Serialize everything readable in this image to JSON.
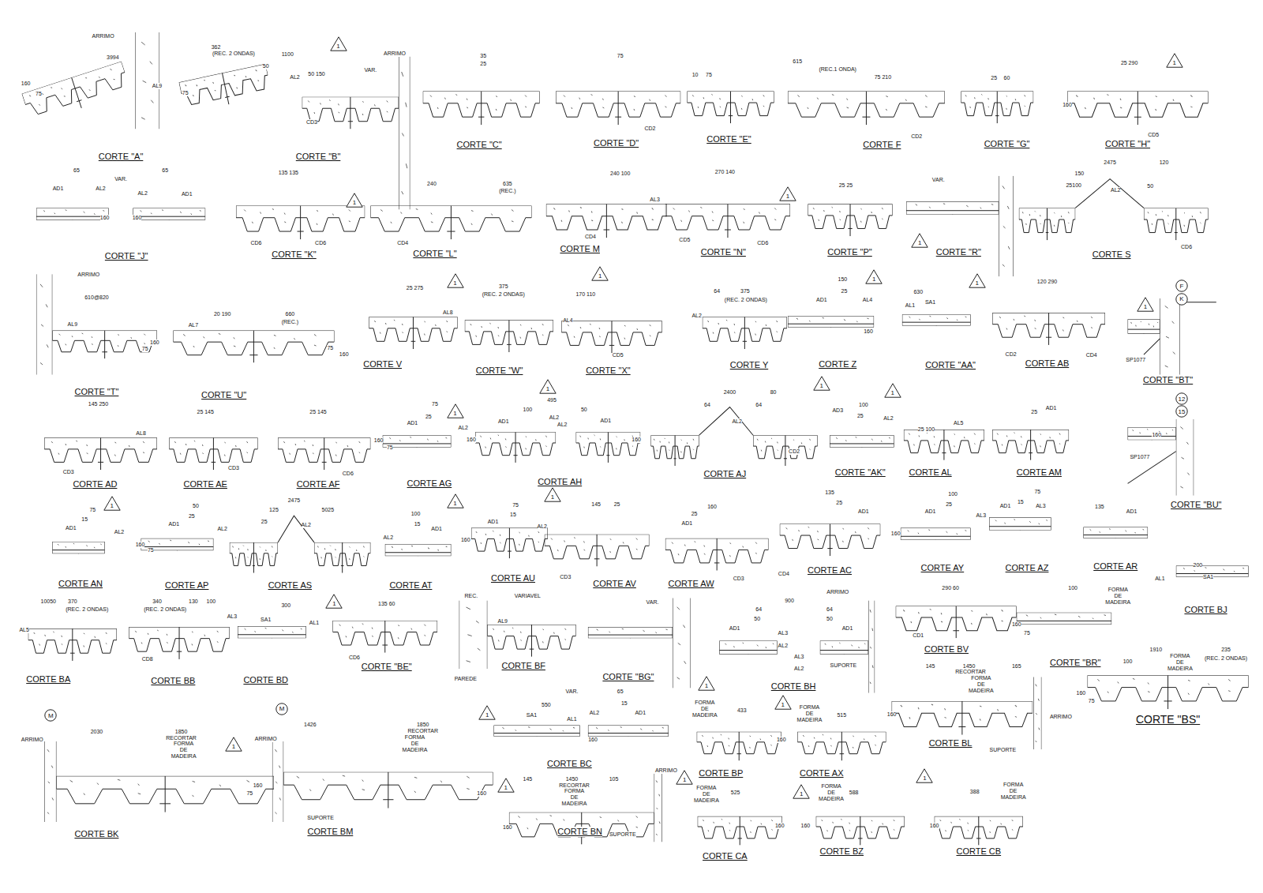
{
  "diagram": {
    "nodes": [
      {
        "text": [
          "1"
        ]
      },
      {
        "text": [
          "1"
        ]
      },
      {
        "text": [
          "1"
        ]
      },
      {
        "text": [
          "1"
        ]
      },
      {
        "text": [
          "1"
        ]
      },
      {
        "text": [
          "1"
        ]
      },
      {
        "text": [
          "1"
        ]
      },
      {
        "text": [
          "F"
        ]
      },
      {
        "text": [
          "K"
        ]
      },
      {
        "text": [
          "1"
        ]
      },
      {
        "text": [
          "1"
        ]
      },
      {
        "text": [
          "1"
        ]
      },
      {
        "text": [
          "1"
        ]
      },
      {
        "text": [
          "1"
        ]
      },
      {
        "text": [
          "1"
        ]
      },
      {
        "text": [
          "12"
        ]
      },
      {
        "text": [
          "15"
        ]
      },
      {
        "text": [
          "1"
        ]
      },
      {
        "text": [
          "1"
        ]
      },
      {
        "text": [
          "1"
        ]
      },
      {
        "text": [
          "1"
        ]
      },
      {
        "text": [
          "1"
        ]
      },
      {
        "text": [
          "M"
        ]
      },
      {
        "text": [
          "M"
        ]
      },
      {
        "text": [
          "1"
        ]
      },
      {
        "text": [
          "1"
        ]
      },
      {
        "text": [
          "1"
        ]
      },
      {
        "text": [
          "1"
        ]
      },
      {
        "text": [
          "1"
        ]
      },
      {
        "text": [
          "1"
        ]
      },
      {
        "text": [
          "1"
        ]
      },
      {
        "text": [
          "1"
        ]
      }
    ],
    "labels": [
      "ARRIMO",
      "3994",
      "160",
      "75",
      "AL9",
      "CORTE \"A\"",
      "362",
      "(REC. 2 ONDAS)",
      "1100",
      "VAR.",
      "ARRIMO",
      "50",
      "50 150",
      "AL2",
      "75",
      "CD3",
      "CORTE \"B\"",
      "35",
      "25",
      "CORTE \"C\"",
      "75",
      "CD2",
      "CORTE \"D\"",
      "10",
      "75",
      "CORTE \"E\"",
      "615",
      "(REC.1 ONDA)",
      "75 210",
      "CD2",
      "CORTE F",
      "25",
      "60",
      "CORTE \"G\"",
      "25 290",
      "160",
      "CD5",
      "CORTE \"H\"",
      "65",
      "VAR.",
      "65",
      "AD1",
      "AL2",
      "AL2",
      "AD1",
      "160",
      "160",
      "CORTE \"J\"",
      "135 135",
      "CD6",
      "CD6",
      "CORTE \"K\"",
      "240",
      "635",
      "(REC.)",
      "CD4",
      "CORTE \"L\"",
      "240 100",
      "AL3",
      "CD4",
      "CORTE M",
      "270 140",
      "CD5",
      "CD6",
      "CORTE \"N\"",
      "25 25",
      "CORTE \"P\"",
      "VAR.",
      "CORTE \"R\"",
      "2475",
      "120",
      "150",
      "25100",
      "50",
      "AL2",
      "CD6",
      "CORTE S",
      "ARRIMO",
      "610@820",
      "AL9",
      "160",
      "75",
      "CORTE \"T\"",
      "20 190",
      "660",
      "(REC.)",
      "AL7",
      "160",
      "75",
      "CORTE \"U\"",
      "25 275",
      "AL8",
      "CORTE V",
      "375",
      "(REC. 2 ONDAS)",
      "CORTE \"W\"",
      "170 110",
      "AL4",
      "CD5",
      "CORTE \"X\"",
      "64",
      "375",
      "(REC. 2 ONDAS)",
      "AL2",
      "CORTE Y",
      "150",
      "25",
      "AD1",
      "AL4",
      "160",
      "CORTE Z",
      "630",
      "SA1",
      "AL1",
      "CORTE \"AA\"",
      "120 290",
      "CD2",
      "CD4",
      "CORTE AB",
      "SP1077",
      "CORTE \"BT\"",
      "145 250",
      "AL8",
      "CD3",
      "CORTE AD",
      "25 145",
      "CD3",
      "CORTE AE",
      "25 145",
      "CD6",
      "CORTE AF",
      "75",
      "25",
      "AD1",
      "AL2",
      "160",
      "75",
      "CORTE AG",
      "495",
      "100",
      "50",
      "AD1",
      "AL2",
      "AL2",
      "AD1",
      "160",
      "160",
      "CORTE AH",
      "2400",
      "80",
      "64",
      "64",
      "AL2",
      "CD2",
      "CORTE AJ",
      "100",
      "AD3",
      "25",
      "AL2",
      "CORTE \"AK\"",
      "25 100",
      "AL5",
      "CORTE AL",
      "25",
      "AD1",
      "CORTE AM",
      "160",
      "SP1077",
      "CORTE \"BU\"",
      "75",
      "15",
      "AD1",
      "AL2",
      "CORTE AN",
      "50",
      "25",
      "AD1",
      "AL2",
      "160",
      "75",
      "CORTE AP",
      "2475",
      "125",
      "5025",
      "25",
      "AL2",
      "CORTE AS",
      "100",
      "15",
      "AD1",
      "AL2",
      "CORTE AT",
      "75",
      "15",
      "AD1",
      "AL2",
      "160",
      "CORTE AU",
      "145",
      "25",
      "CD3",
      "CORTE AV",
      "25",
      "160",
      "AD1",
      "CD3",
      "CORTE AW",
      "135",
      "25",
      "AD1",
      "CD4",
      "CORTE AC",
      "100",
      "25",
      "AD1",
      "AL3",
      "160",
      "CORTE AY",
      "75",
      "15",
      "AD1",
      "AL3",
      "CORTE AZ",
      "135",
      "AD1",
      "CORTE AR",
      "200",
      "SA1",
      "AL1",
      "CORTE BJ",
      "10050",
      "370",
      "(REC. 2 ONDAS)",
      "AL5",
      "CORTE BA",
      "340",
      "130",
      "100",
      "(REC. 2 ONDAS)",
      "AL3",
      "CD8",
      "CORTE BB",
      "300",
      "SA1",
      "AL1",
      "CORTE BD",
      "135 60",
      "CD6",
      "CORTE \"BE\"",
      "REC.",
      "VARIAVEL",
      "AL9",
      "PAREDE",
      "CORTE BF",
      "VAR.",
      "CORTE \"BG\"",
      "900",
      "ARRIMO",
      "64",
      "64",
      "50",
      "50",
      "AD1",
      "AD1",
      "AL3",
      "AL2",
      "AL3",
      "AL2",
      "SUPORTE",
      "CORTE BH",
      "290 60",
      "CD1",
      "CORTE BV",
      "100",
      "FORMA DE MADEIRA",
      "160",
      "75",
      "CORTE \"BR\"",
      "1910",
      "235",
      "100",
      "FORMA DE MADEIRA",
      "(REC. 2 ONDAS)",
      "160",
      "75",
      "CORTE \"BS\"",
      "ARRIMO",
      "2030",
      "1850",
      "RECORTAR",
      "FORMA DE MADEIRA",
      "160",
      "75",
      "CORTE BK",
      "ARRIMO",
      "1426",
      "1850",
      "RECORTAR",
      "FORMA DE MADEIRA",
      "SUPORTE",
      "160",
      "CORTE BM",
      "VAR.",
      "550",
      "65",
      "15",
      "SA1",
      "AL1",
      "AL2",
      "AD1",
      "160",
      "CORTE BC",
      "FORMA DE MADEIRA",
      "433",
      "160",
      "CORTE BP",
      "FORMA DE MADEIRA",
      "515",
      "CORTE AX",
      "145",
      "1450",
      "165",
      "RECORTAR",
      "FORMA DE MADEIRA",
      "ARRIMO",
      "SUPORTE",
      "160",
      "CORTE BL",
      "145",
      "1450",
      "105",
      "RECORTAR",
      "FORMA DE MADEIRA",
      "ARRIMO",
      "SUPORTE",
      "160",
      "CORTE BN",
      "FORMA DE MADEIRA",
      "525",
      "160",
      "CORTE CA",
      "FORMA DE MADEIRA",
      "588",
      "160",
      "CORTE BZ",
      "FORMA DE MADEIRA",
      "388",
      "160",
      "CORTE CB"
    ]
  }
}
